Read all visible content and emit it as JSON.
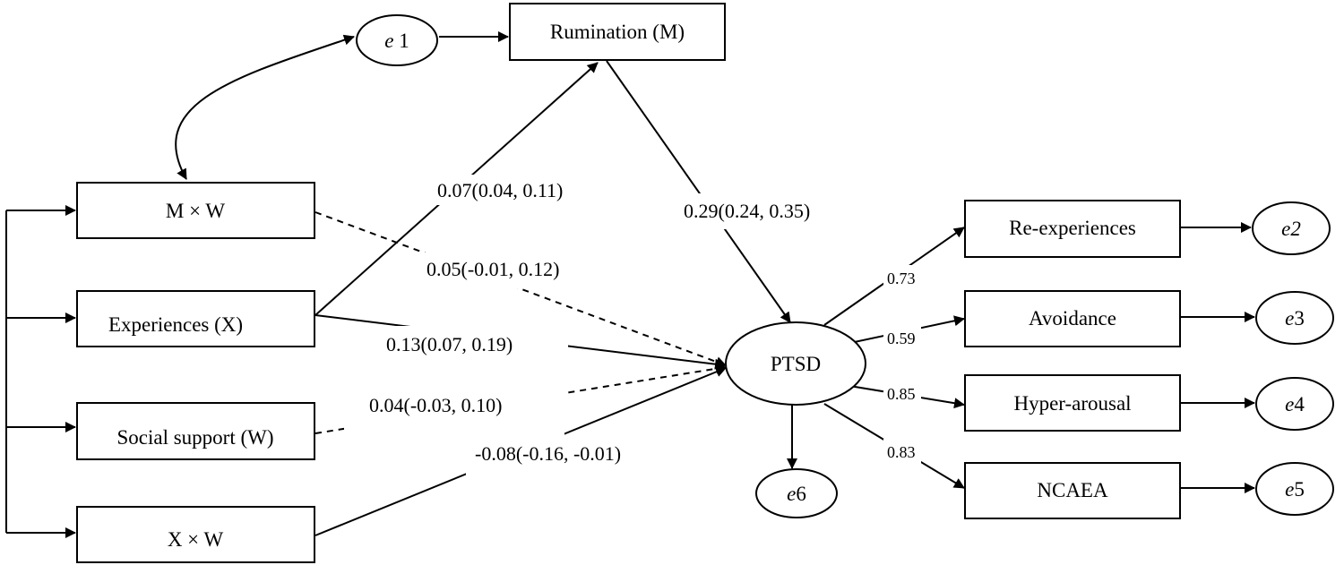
{
  "nodes": {
    "rumination": "Rumination (M)",
    "mxw": "M × W",
    "experiences": "Experiences (X)",
    "social_support": "Social support (W)",
    "xxw": "X × W",
    "ptsd": "PTSD",
    "reexperiences": "Re-experiences",
    "avoidance": "Avoidance",
    "hyperarousal": "Hyper-arousal",
    "ncaea": "NCAEA"
  },
  "errors": {
    "e1": {
      "letter": "e",
      "index": " 1"
    },
    "e2": {
      "letter": "e",
      "index": "2"
    },
    "e3": {
      "letter": "e",
      "index": "3"
    },
    "e4": {
      "letter": "e",
      "index": "4"
    },
    "e5": {
      "letter": "e",
      "index": "5"
    },
    "e6": {
      "letter": "e",
      "index": "6"
    }
  },
  "paths": {
    "x_to_m": {
      "text": "0.07(0.04, 0.11)",
      "significant": true
    },
    "m_to_ptsd": {
      "text": "0.29(0.24, 0.35)",
      "significant": true
    },
    "mxw_to_ptsd": {
      "text": "0.05(-0.01, 0.12)",
      "significant": false
    },
    "x_to_ptsd": {
      "text": "0.13(0.07, 0.19)",
      "significant": true
    },
    "w_to_ptsd": {
      "text": "0.04(-0.03, 0.10)",
      "significant": false
    },
    "xxw_to_ptsd": {
      "text": "-0.08(-0.16, -0.01)",
      "significant": true
    }
  },
  "loadings": {
    "reexperiences": "0.73",
    "avoidance": "0.59",
    "hyperarousal": "0.85",
    "ncaea": "0.83"
  }
}
